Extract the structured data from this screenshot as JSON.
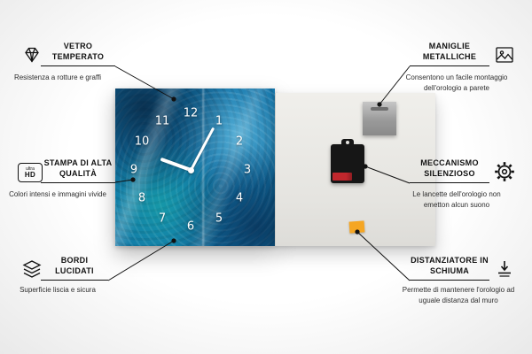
{
  "clock": {
    "numbers": [
      "1",
      "2",
      "3",
      "4",
      "5",
      "6",
      "7",
      "8",
      "9",
      "10",
      "11",
      "12"
    ]
  },
  "callouts": {
    "vetro": {
      "title": "VETRO TEMPERATO",
      "desc": "Resistenza a rotture e graffi",
      "icon": "diamond-icon"
    },
    "stampa": {
      "title": "STAMPA DI ALTA QUALITÀ",
      "desc": "Colori intensi e immagini vivide",
      "icon": "ultra-hd-icon",
      "icon_top": "ultra",
      "icon_bottom": "HD"
    },
    "bordi": {
      "title": "BORDI LUCIDATI",
      "desc": "Superficie liscia e sicura",
      "icon": "layers-icon"
    },
    "maniglie": {
      "title": "MANIGLIE METALLICHE",
      "desc": "Consentono un facile montaggio dell'orologio a parete",
      "icon": "picture-frame-icon"
    },
    "meccanismo": {
      "title": "MECCANISMO SILENZIOSO",
      "desc": "Le lancette dell'orologio non emetton alcun suono",
      "icon": "gear-icon"
    },
    "distanziatore": {
      "title": "DISTANZIATORE IN SCHIUMA",
      "desc": "Permette di mantenere l'orologio ad uguale distanza dal muro",
      "icon": "down-arrow-icon"
    }
  },
  "colors": {
    "callout_line": "#111111",
    "glass_blue": "#1173a8",
    "spacer_orange": "#f5a623",
    "mechanism_black": "#161616"
  }
}
